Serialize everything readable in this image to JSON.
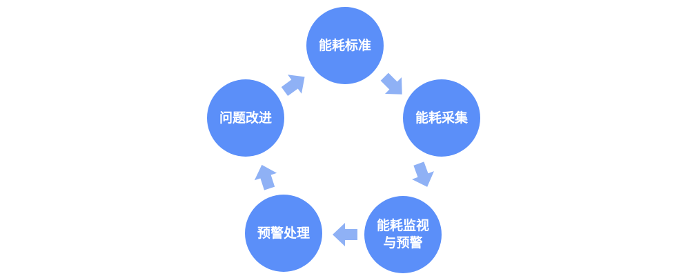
{
  "diagram": {
    "colors": {
      "node": "#5b8ff9",
      "arrow": "#8fb1f5",
      "text": "#ffffff"
    },
    "nodes": [
      {
        "id": "standard",
        "label": "能耗标准"
      },
      {
        "id": "collection",
        "label": "能耗采集"
      },
      {
        "id": "monitoring",
        "label": "能耗监视\n与预警"
      },
      {
        "id": "handling",
        "label": "预警处理"
      },
      {
        "id": "improvement",
        "label": "问题改进"
      }
    ],
    "edges": [
      {
        "from": "standard",
        "to": "collection"
      },
      {
        "from": "collection",
        "to": "monitoring"
      },
      {
        "from": "monitoring",
        "to": "handling"
      },
      {
        "from": "handling",
        "to": "improvement"
      },
      {
        "from": "improvement",
        "to": "standard"
      }
    ]
  }
}
